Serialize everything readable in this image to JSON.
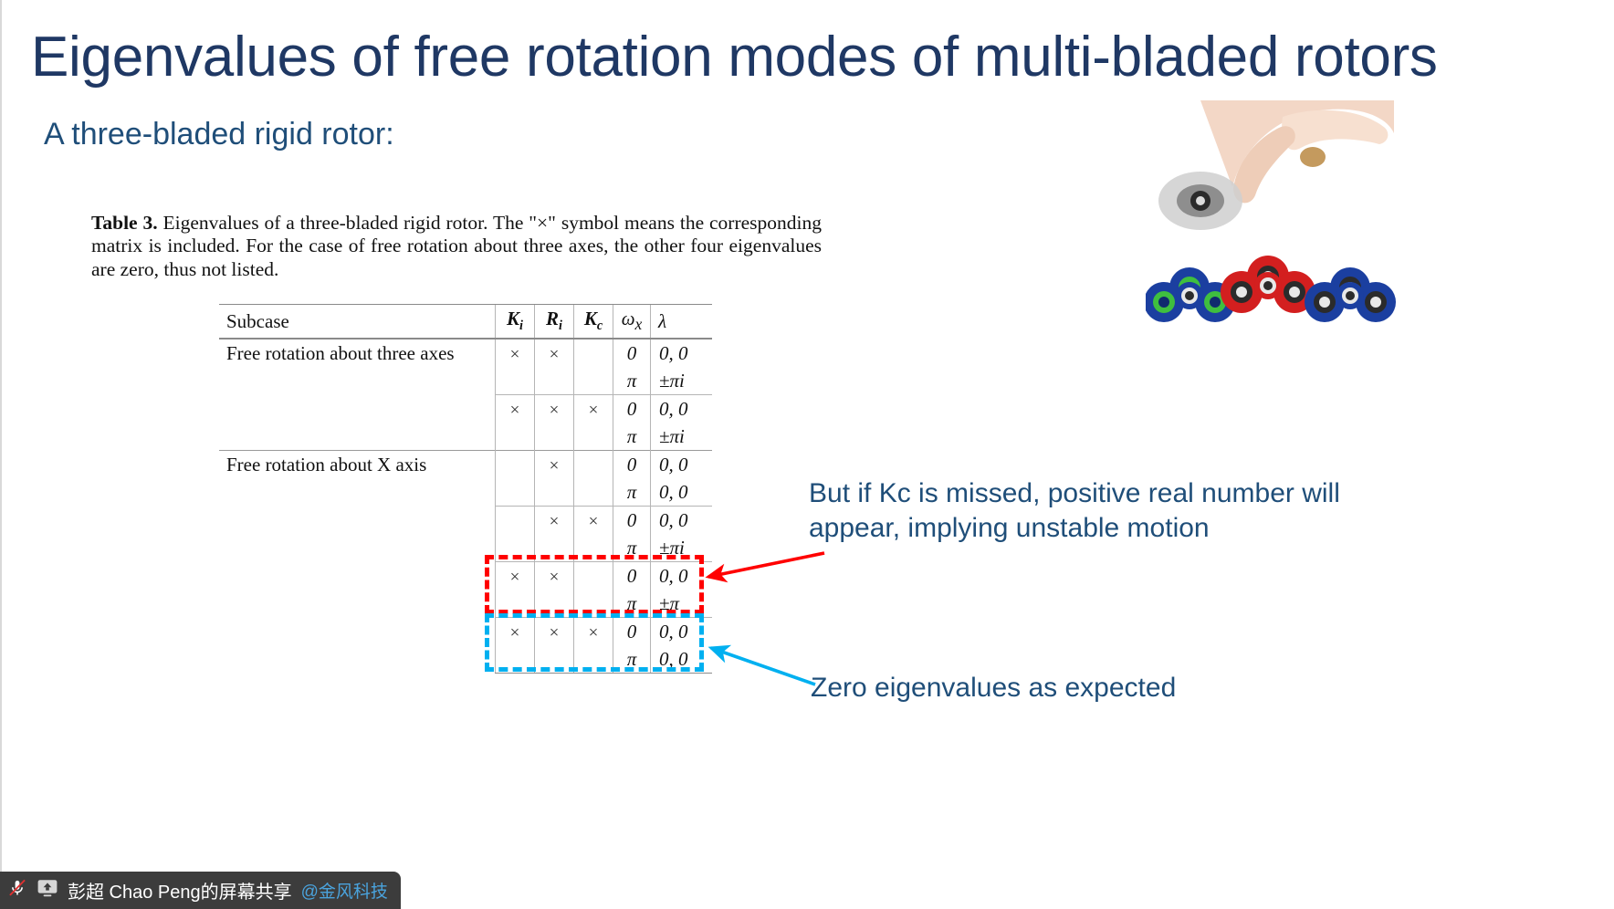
{
  "slide": {
    "title": "Eigenvalues of free rotation modes of multi-bladed rotors",
    "subtitle": "A three-bladed rigid rotor:",
    "title_color": "#1F3864",
    "subtitle_color": "#1F4E79"
  },
  "caption": {
    "label": "Table 3.",
    "text": " Eigenvalues of a three-bladed rigid rotor. The \"×\" symbol means the corresponding matrix is included. For the case of free rotation about three axes, the other four eigenvalues are zero, thus not listed."
  },
  "table": {
    "headers": {
      "subcase": "Subcase",
      "ki": "K",
      "ki_sub": "i",
      "ri": "R",
      "ri_sub": "i",
      "kc": "K",
      "kc_sub": "c",
      "omega": "ω",
      "omega_sub": "x",
      "lambda": "λ"
    },
    "groups": [
      {
        "subcase": "Free rotation about three axes",
        "rows": [
          {
            "ki": "×",
            "ri": "×",
            "kc": "",
            "omega": "0",
            "lambda": "0, 0"
          },
          {
            "ki": "",
            "ri": "",
            "kc": "",
            "omega": "π",
            "lambda": "±πi"
          },
          {
            "ki": "×",
            "ri": "×",
            "kc": "×",
            "omega": "0",
            "lambda": "0, 0"
          },
          {
            "ki": "",
            "ri": "",
            "kc": "",
            "omega": "π",
            "lambda": "±πi"
          }
        ]
      },
      {
        "subcase": "Free rotation about X axis",
        "rows": [
          {
            "ki": "",
            "ri": "×",
            "kc": "",
            "omega": "0",
            "lambda": "0, 0"
          },
          {
            "ki": "",
            "ri": "",
            "kc": "",
            "omega": "π",
            "lambda": "0, 0"
          },
          {
            "ki": "",
            "ri": "×",
            "kc": "×",
            "omega": "0",
            "lambda": "0, 0"
          },
          {
            "ki": "",
            "ri": "",
            "kc": "",
            "omega": "π",
            "lambda": "±πi"
          },
          {
            "ki": "×",
            "ri": "×",
            "kc": "",
            "omega": "0",
            "lambda": "0, 0"
          },
          {
            "ki": "",
            "ri": "",
            "kc": "",
            "omega": "π",
            "lambda": "±π"
          },
          {
            "ki": "×",
            "ri": "×",
            "kc": "×",
            "omega": "0",
            "lambda": "0, 0"
          },
          {
            "ki": "",
            "ri": "",
            "kc": "",
            "omega": "π",
            "lambda": "0, 0"
          }
        ]
      }
    ],
    "note_first_row_ki": ""
  },
  "annotations": {
    "red": {
      "text": "But if Kc is missed, positive real number will appear, implying unstable motion",
      "color": "#FF0000",
      "text_color": "#1F4E79"
    },
    "blue": {
      "text": "Zero eigenvalues as expected",
      "color": "#00B0F0",
      "text_color": "#1F4E79"
    }
  },
  "sharebar": {
    "mic_label": "mic-muted-icon",
    "share_label": "screen-share-icon",
    "name": "彭超 Chao Peng的屏幕共享",
    "org": "@金风科技"
  }
}
